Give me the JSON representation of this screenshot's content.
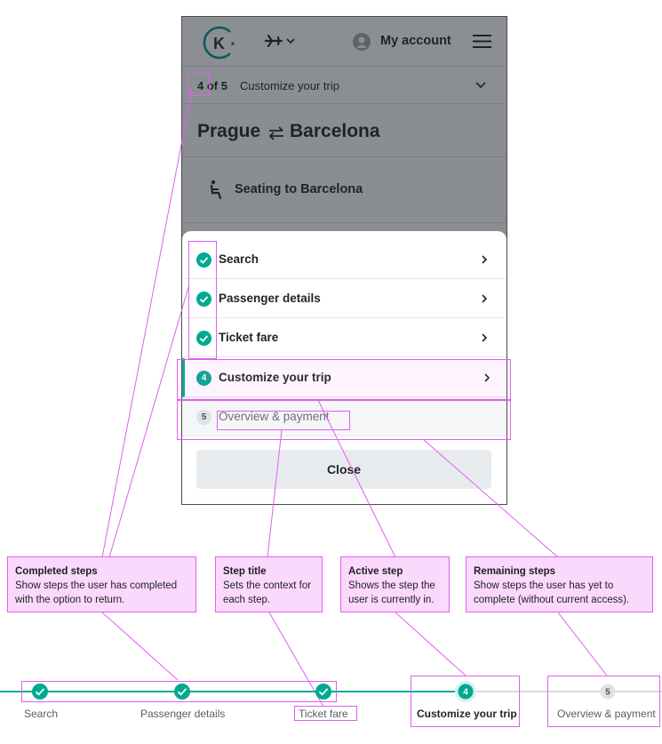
{
  "header": {
    "account_label": "My account"
  },
  "step_row": {
    "count": "4 of 5",
    "current": "Customize your trip"
  },
  "route": {
    "from": "Prague",
    "to": "Barcelona"
  },
  "seating": {
    "label": "Seating to Barcelona"
  },
  "sheet": {
    "steps": [
      {
        "label": "Search",
        "status": "completed"
      },
      {
        "label": "Passenger details",
        "status": "completed"
      },
      {
        "label": "Ticket fare",
        "status": "completed"
      },
      {
        "label": "Customize your trip",
        "status": "active",
        "number": "4"
      },
      {
        "label": "Overview & payment",
        "status": "remaining",
        "number": "5"
      }
    ],
    "close_label": "Close"
  },
  "callouts": [
    {
      "title": "Completed steps",
      "body": "Show steps the user has completed with the option to return."
    },
    {
      "title": "Step title",
      "body": "Sets the context for each step."
    },
    {
      "title": "Active step",
      "body": "Shows the step the user is currently in."
    },
    {
      "title": "Remaining steps",
      "body": "Show steps the user has yet to complete (without current access)."
    }
  ],
  "progress_bar": {
    "steps": [
      {
        "label": "Search",
        "status": "completed"
      },
      {
        "label": "Passenger details",
        "status": "completed"
      },
      {
        "label": "Ticket fare",
        "status": "completed"
      },
      {
        "label": "Customize your trip",
        "status": "active",
        "number": "4"
      },
      {
        "label": "Overview & payment",
        "status": "remaining",
        "number": "5"
      }
    ]
  },
  "colors": {
    "accent": "#00a991",
    "annotation": "#e15ef0",
    "callout_fill": "#fbd9fd",
    "overlay": "#8b8f94"
  },
  "icons": [
    "kiwi-logo-icon",
    "plane-icon",
    "chevron-down-icon",
    "avatar-icon",
    "menu-icon",
    "swap-icon",
    "seat-icon",
    "check-circle-icon",
    "chevron-right-icon"
  ]
}
